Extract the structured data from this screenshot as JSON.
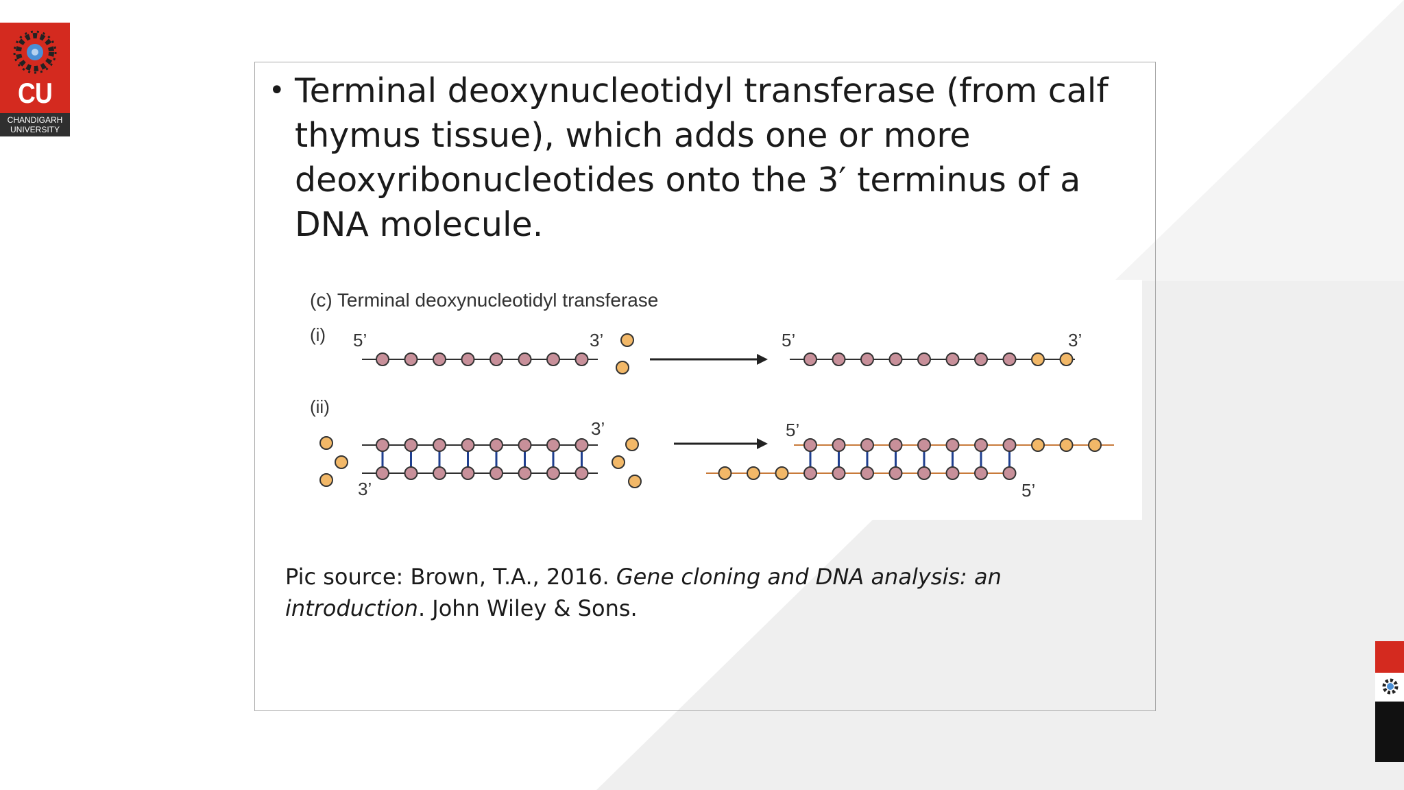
{
  "logo": {
    "abbr": "CU",
    "name_line1": "CHANDIGARH",
    "name_line2": "UNIVERSITY",
    "icon": "university-emblem-icon",
    "color": "#d42a1f"
  },
  "bullet": {
    "text": "Terminal deoxynucleotidyl transferase (from calf thymus tissue), which adds one or more deoxyribonucleotides onto the 3′ terminus of a DNA molecule."
  },
  "figure": {
    "caption": "(c) Terminal deoxynucleotidyl transferase",
    "panel_i": "(i)",
    "panel_ii": "(ii)",
    "end_5": "5’",
    "end_3": "3’",
    "nucleotide_color": "#c8909a",
    "added_nucleotide_color": "#f2b868",
    "backbone_color": "#2f2f2f",
    "bond_color": "#1f3f8f"
  },
  "source": {
    "prefix": "Pic source: Brown, T.A., 2016. ",
    "title": "Gene cloning and DNA analysis: an introduction",
    "suffix": ". John Wiley & Sons."
  },
  "side_icons": {
    "gear": "gear-icon",
    "accent": "#d42a1f"
  }
}
